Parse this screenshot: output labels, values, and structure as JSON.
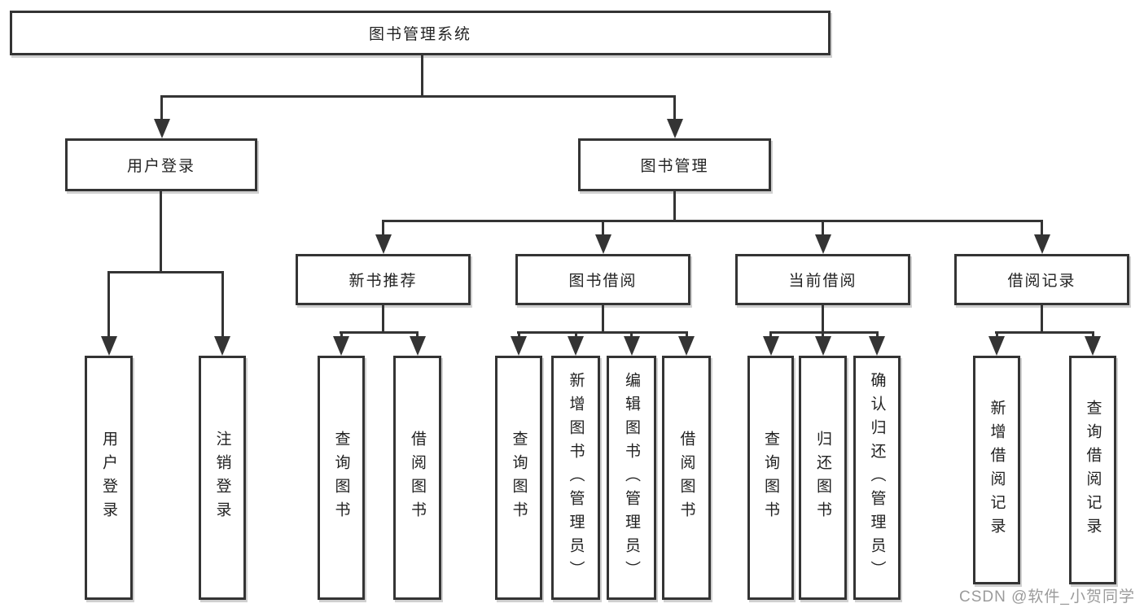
{
  "diagram": {
    "title": "图书管理系统",
    "nodes": {
      "root": "图书管理系统",
      "user_login": "用户登录",
      "book_mgmt": "图书管理",
      "new_book_rec": "新书推荐",
      "book_borrow": "图书借阅",
      "current_borrow": "当前借阅",
      "borrow_record": "借阅记录",
      "leaf_user_login": "用户登录",
      "leaf_logout": "注销登录",
      "leaf_query_book_1": "查询图书",
      "leaf_borrow_book_1": "借阅图书",
      "leaf_query_book_2": "查询图书",
      "leaf_add_book": "新增图书（管理员）",
      "leaf_edit_book": "编辑图书（管理员）",
      "leaf_borrow_book_2": "借阅图书",
      "leaf_query_book_3": "查询图书",
      "leaf_return_book": "归还图书",
      "leaf_confirm_return": "确认归还（管理员）",
      "leaf_add_record": "新增借阅记录",
      "leaf_query_record": "查询借阅记录"
    },
    "watermark": "CSDN @软件_小贺同学",
    "colors": {
      "line": "#343434",
      "box_border": "#343434",
      "box_background": "#ffffff",
      "text": "#222222",
      "watermark": "#9b9b9b"
    }
  }
}
